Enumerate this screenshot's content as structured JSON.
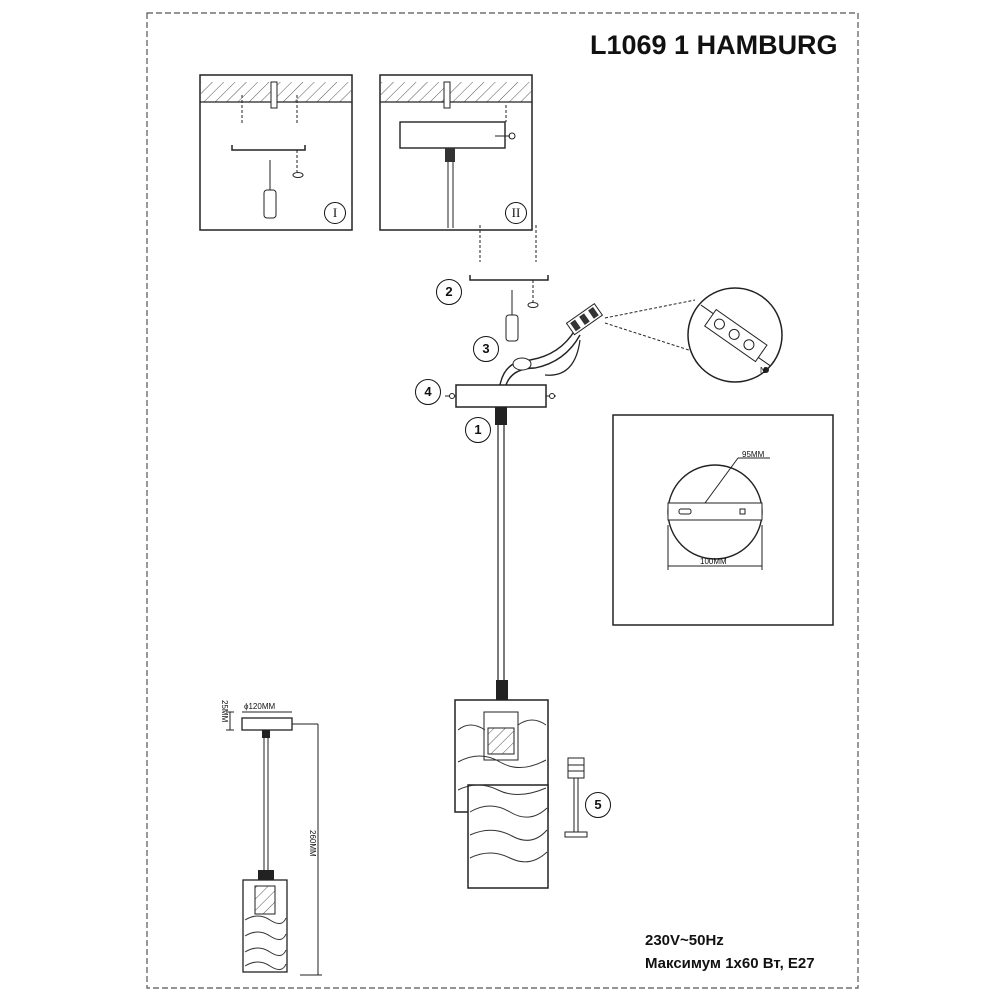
{
  "title": "L1069 1 HAMBURG",
  "specs": {
    "voltage": "230V~50Hz",
    "max_power": "Максимум 1x60 Вт, E27"
  },
  "steps": {
    "step_i": "I",
    "step_ii": "II"
  },
  "callouts": {
    "c1": "1",
    "c2": "2",
    "c3": "3",
    "c4": "4",
    "c5": "5"
  },
  "dimensions": {
    "mount_holes": "95MM",
    "bracket_width": "100MM",
    "canopy_diameter": "ϕ120MM",
    "canopy_height": "25MM",
    "total_height": "260MM"
  },
  "terminal_labels": {
    "neutral": "N"
  }
}
